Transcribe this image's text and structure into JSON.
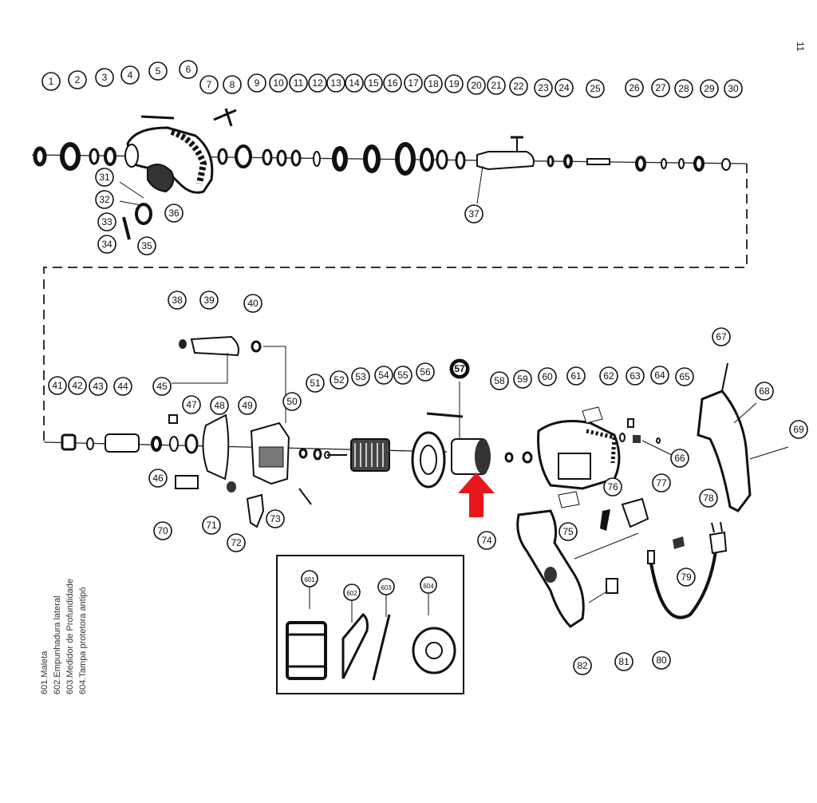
{
  "page_number": "11",
  "callouts": [
    "1",
    "2",
    "3",
    "4",
    "5",
    "6",
    "7",
    "8",
    "9",
    "10",
    "11",
    "12",
    "13",
    "14",
    "15",
    "16",
    "17",
    "18",
    "19",
    "20",
    "21",
    "22",
    "23",
    "24",
    "25",
    "26",
    "27",
    "28",
    "29",
    "30",
    "31",
    "32",
    "33",
    "34",
    "35",
    "36",
    "37",
    "38",
    "39",
    "40",
    "41",
    "42",
    "43",
    "44",
    "45",
    "46",
    "47",
    "48",
    "49",
    "50",
    "51",
    "52",
    "53",
    "54",
    "55",
    "56",
    "57",
    "58",
    "59",
    "60",
    "61",
    "62",
    "63",
    "64",
    "65",
    "66",
    "67",
    "68",
    "69",
    "70",
    "71",
    "72",
    "73",
    "74",
    "75",
    "76",
    "77",
    "78",
    "79",
    "80",
    "81",
    "82"
  ],
  "highlighted_part": "57",
  "highlight_arrow_color": "#e8161b",
  "inset_callouts": [
    "601",
    "602",
    "603",
    "604"
  ],
  "legend": [
    "601.Maleta",
    "602.Empunhadura lateral",
    "603.Medidor de Profundidade",
    "604.Tampa protetora antipó"
  ]
}
